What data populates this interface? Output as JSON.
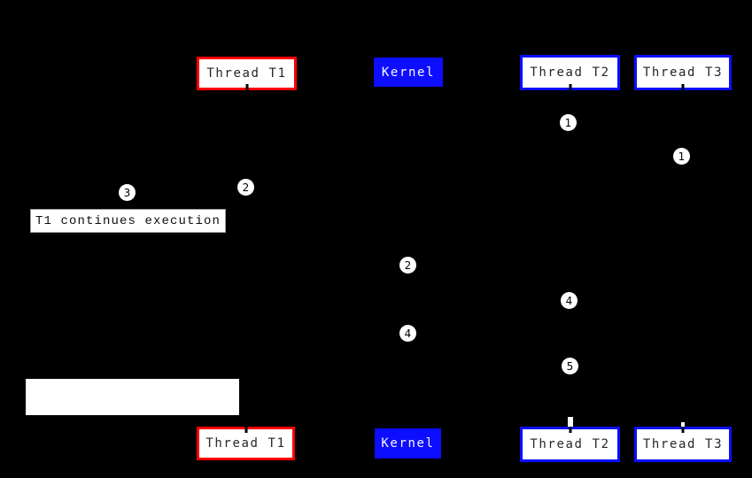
{
  "diagram": {
    "type": "sequence-diagram",
    "background": "#000000",
    "palette": {
      "thread_t1_border": "#ff0000",
      "kernel_fill": "#0d0dff",
      "thread_t2_t3_border": "#0d0dff",
      "actor_fill": "#ffffff",
      "actor_text": "#262626",
      "kernel_text": "#f8f8ff",
      "marker_fill": "#ffffff",
      "marker_text": "#000000"
    },
    "actors": [
      {
        "id": "thread-t1",
        "label": "Thread T1",
        "variant": "red-outline"
      },
      {
        "id": "kernel",
        "label": "Kernel",
        "variant": "blue-solid"
      },
      {
        "id": "thread-t2",
        "label": "Thread T2",
        "variant": "blue-outline"
      },
      {
        "id": "thread-t3",
        "label": "Thread T3",
        "variant": "blue-outline"
      }
    ],
    "step_markers": [
      {
        "label": "1"
      },
      {
        "label": "1"
      },
      {
        "label": "3"
      },
      {
        "label": "2"
      },
      {
        "label": "2"
      },
      {
        "label": "4"
      },
      {
        "label": "4"
      },
      {
        "label": "5"
      }
    ],
    "notes": {
      "t1_continues": "T1 continues execution",
      "blank": ""
    }
  }
}
